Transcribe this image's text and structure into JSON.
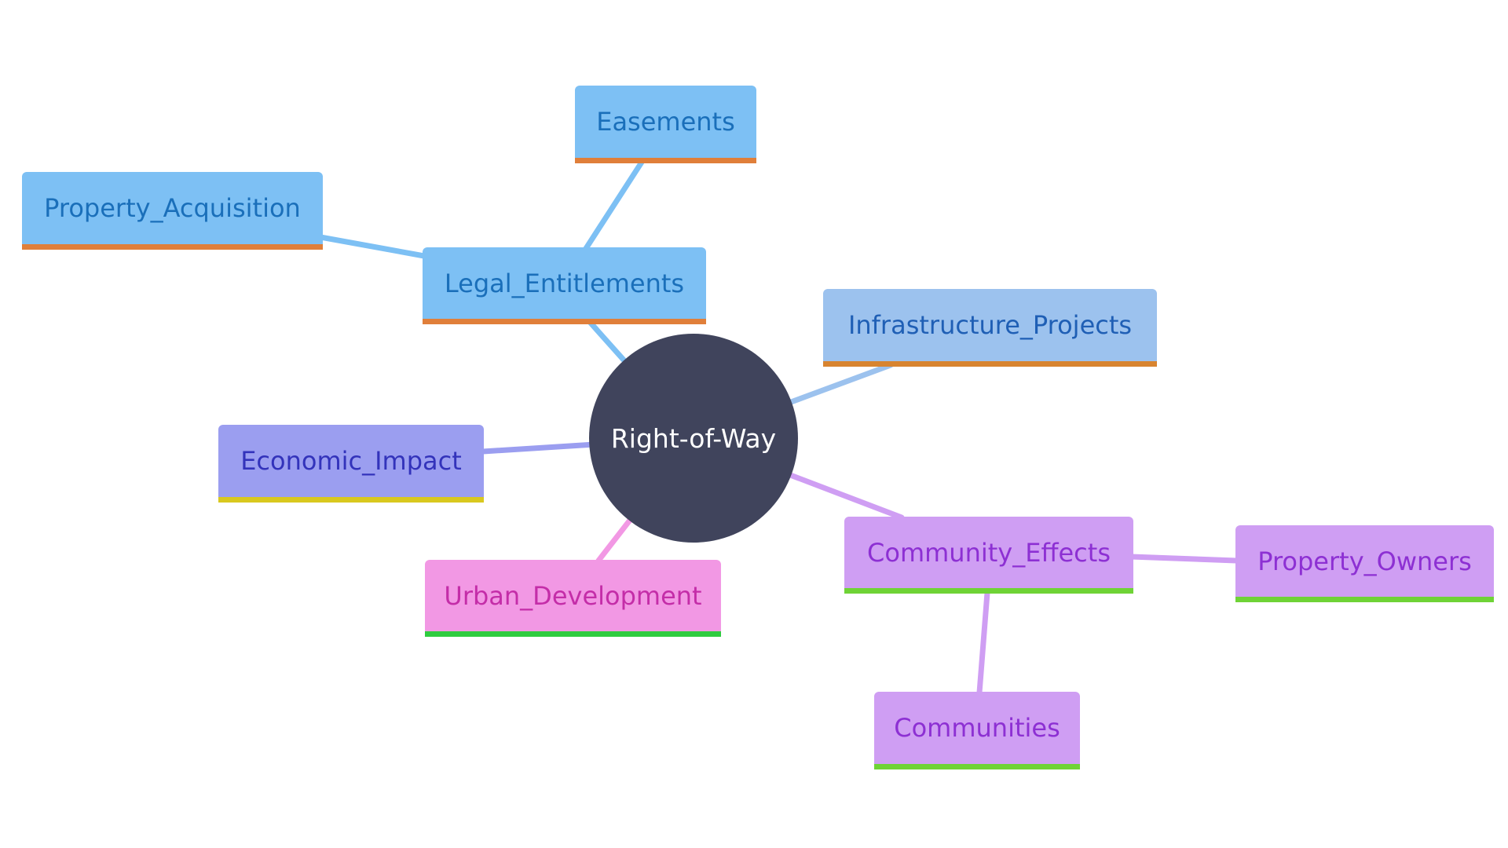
{
  "root": {
    "label": "Right-of-Way",
    "color": "#40445c"
  },
  "nodes": [
    {
      "id": "legal",
      "label": "Legal_Entitlements",
      "fill": "#7dc0f4",
      "text": "#1a6fba",
      "border": "#e07f3a"
    },
    {
      "id": "easements",
      "label": "Easements",
      "fill": "#7dc0f4",
      "text": "#1a6fba",
      "border": "#e07f3a"
    },
    {
      "id": "acquisition",
      "label": "Property_Acquisition",
      "fill": "#7dc0f4",
      "text": "#1a6fba",
      "border": "#e07f3a"
    },
    {
      "id": "infrastructure",
      "label": "Infrastructure_Projects",
      "fill": "#9cc2ee",
      "text": "#1f5fb5",
      "border": "#d88430"
    },
    {
      "id": "economic",
      "label": "Economic_Impact",
      "fill": "#9b9ef0",
      "text": "#3333bb",
      "border": "#d9c81f"
    },
    {
      "id": "urban",
      "label": "Urban_Development",
      "fill": "#f298e4",
      "text": "#c42da8",
      "border": "#2fcc3f"
    },
    {
      "id": "community",
      "label": "Community_Effects",
      "fill": "#cf9ef3",
      "text": "#8d30d3",
      "border": "#6fd336"
    },
    {
      "id": "owners",
      "label": "Property_Owners",
      "fill": "#cf9ef3",
      "text": "#8d30d3",
      "border": "#6fd336"
    },
    {
      "id": "communities",
      "label": "Communities",
      "fill": "#cf9ef3",
      "text": "#8d30d3",
      "border": "#6fd336"
    }
  ],
  "edges": [
    {
      "from": "root",
      "to": "legal",
      "color": "#7dc0f4"
    },
    {
      "from": "legal",
      "to": "easements",
      "color": "#7dc0f4"
    },
    {
      "from": "legal",
      "to": "acquisition",
      "color": "#7dc0f4"
    },
    {
      "from": "root",
      "to": "infrastructure",
      "color": "#9cc2ee"
    },
    {
      "from": "root",
      "to": "economic",
      "color": "#9b9ef0"
    },
    {
      "from": "root",
      "to": "urban",
      "color": "#f298e4"
    },
    {
      "from": "root",
      "to": "community",
      "color": "#cf9ef3"
    },
    {
      "from": "community",
      "to": "owners",
      "color": "#cf9ef3"
    },
    {
      "from": "community",
      "to": "communities",
      "color": "#cf9ef3"
    }
  ]
}
